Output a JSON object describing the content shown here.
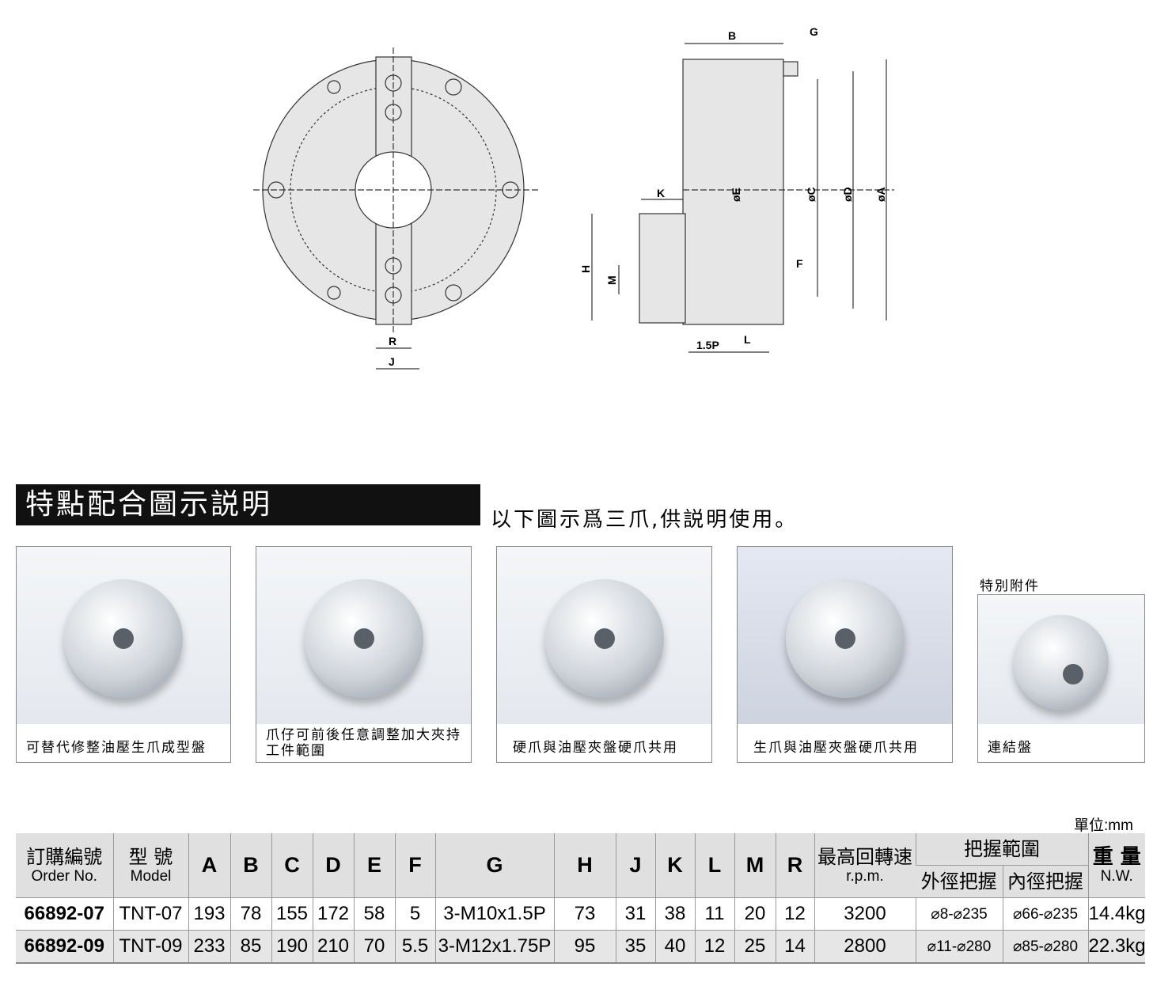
{
  "drawing": {
    "labels": {
      "B": "B",
      "G": "G",
      "K": "K",
      "E": "øE",
      "C": "øC",
      "D": "øD",
      "A": "øA",
      "F": "F",
      "H": "H",
      "M": "M",
      "P": "1.5P",
      "L": "L",
      "R": "R",
      "J": "J"
    }
  },
  "section": {
    "title": "特點配合圖示説明",
    "subtitle": "以下圖示爲三爪,供説明使用。"
  },
  "photos": [
    {
      "caption": "可替代修整油壓生爪成型盤"
    },
    {
      "caption": "爪仔可前後任意調整加大夾持工件範圍"
    },
    {
      "caption": "硬爪與油壓夾盤硬爪共用"
    },
    {
      "caption": "生爪與油壓夾盤硬爪共用"
    },
    {
      "caption": "連結盤"
    }
  ],
  "accessory_label": "特別附件",
  "unit": "單位:mm",
  "table": {
    "headers": {
      "order_cn": "訂購編號",
      "order_en": "Order No.",
      "model_cn": "型 號",
      "model_en": "Model",
      "dims": [
        "A",
        "B",
        "C",
        "D",
        "E",
        "F",
        "G",
        "H",
        "J",
        "K",
        "L",
        "M",
        "R"
      ],
      "rpm_cn": "最高回轉速",
      "rpm_en": "r.p.m.",
      "grip": "把握範圍",
      "grip_od": "外徑把握",
      "grip_id": "內徑把握",
      "weight_cn": "重 量",
      "weight_en": "N.W."
    },
    "rows": [
      {
        "order": "66892-07",
        "model": "TNT-07",
        "dims": [
          "193",
          "78",
          "155",
          "172",
          "58",
          "5",
          "3-M10x1.5P",
          "73",
          "31",
          "38",
          "11",
          "20",
          "12"
        ],
        "rpm": "3200",
        "od": "⌀8-⌀235",
        "id": "⌀66-⌀235",
        "weight": "14.4kg"
      },
      {
        "order": "66892-09",
        "model": "TNT-09",
        "dims": [
          "233",
          "85",
          "190",
          "210",
          "70",
          "5.5",
          "3-M12x1.75P",
          "95",
          "35",
          "40",
          "12",
          "25",
          "14"
        ],
        "rpm": "2800",
        "od": "⌀11-⌀280",
        "id": "⌀85-⌀280",
        "weight": "22.3kg"
      }
    ]
  }
}
